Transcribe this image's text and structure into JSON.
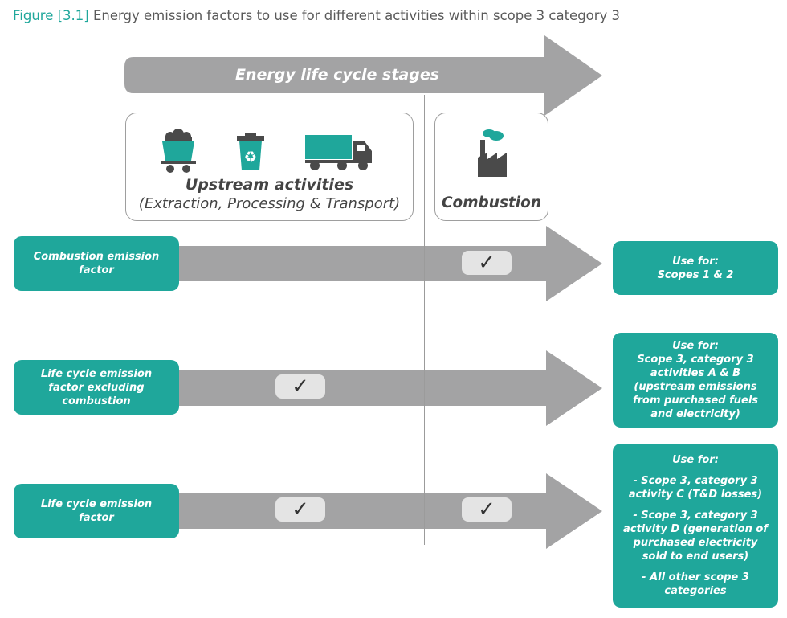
{
  "figure": {
    "label": "Figure [3.1]",
    "title": "Energy emission factors to use for different activities within scope 3 category 3"
  },
  "lifecycle_arrow": {
    "label": "Energy life cycle stages"
  },
  "stages": {
    "upstream": {
      "title": "Upstream activities",
      "subtitle": "(Extraction, Processing & Transport)",
      "icons": [
        "coal-cart-icon",
        "recycle-bin-icon",
        "truck-icon"
      ]
    },
    "combustion": {
      "title": "Combustion",
      "icons": [
        "factory-icon"
      ]
    }
  },
  "rows": [
    {
      "factor": "Combustion emission factor",
      "upstream_check": false,
      "combustion_check": true,
      "use_for": [
        "Use for:",
        "Scopes 1 & 2"
      ]
    },
    {
      "factor": "Life cycle emission factor excluding combustion",
      "upstream_check": true,
      "combustion_check": false,
      "use_for": [
        "Use for:",
        "Scope 3, category 3 activities A & B (upstream emissions from purchased fuels and electricity)"
      ]
    },
    {
      "factor": "Life cycle emission factor",
      "upstream_check": true,
      "combustion_check": true,
      "use_for": [
        "Use for:",
        "- Scope 3, category 3 activity C (T&D losses)",
        "- Scope 3, category 3 activity D (generation of purchased electricity sold to end users)",
        "- All other scope 3 categories"
      ]
    }
  ],
  "check_mark": "✓",
  "colors": {
    "teal": "#1fa79b",
    "arrow_gray": "#a3a3a4",
    "text_gray": "#444444"
  }
}
